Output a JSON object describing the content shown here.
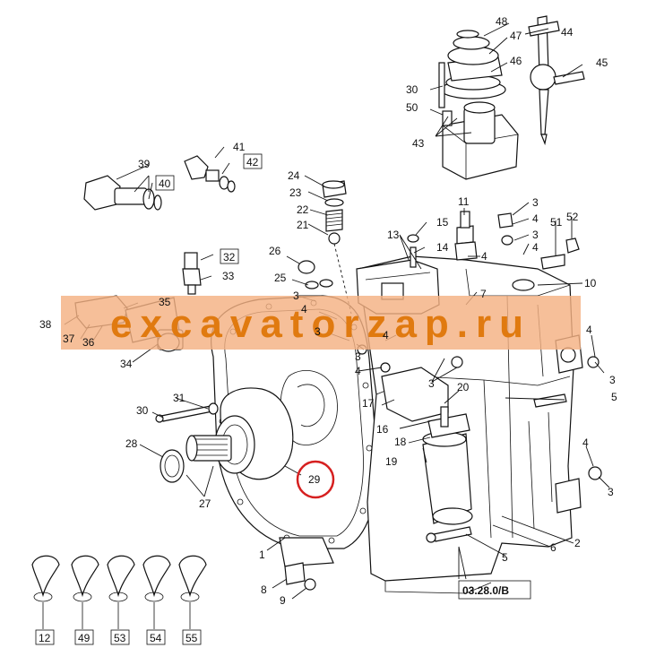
{
  "diagram": {
    "labels": [
      "48",
      "47",
      "44",
      "46",
      "45",
      "30",
      "50",
      "43",
      "41",
      "42",
      "39",
      "40",
      "24",
      "23",
      "22",
      "21",
      "11",
      "15",
      "14",
      "3",
      "4",
      "51",
      "52",
      "13",
      "10",
      "26",
      "32",
      "33",
      "25",
      "7",
      "35",
      "38",
      "37",
      "36",
      "34",
      "17",
      "16",
      "18",
      "19",
      "20",
      "31",
      "30",
      "28",
      "27",
      "29",
      "2",
      "6",
      "5",
      "1",
      "8",
      "9",
      "12",
      "49",
      "53",
      "54",
      "55"
    ],
    "boxed_labels": [
      "42",
      "40",
      "32",
      "12",
      "49",
      "53",
      "54",
      "55"
    ],
    "highlighted_label": "29",
    "reference": "03.28.0/B",
    "watermark": "excavatorzap.ru",
    "accent_color": "#d62020",
    "watermark_color": "#f4b183"
  }
}
